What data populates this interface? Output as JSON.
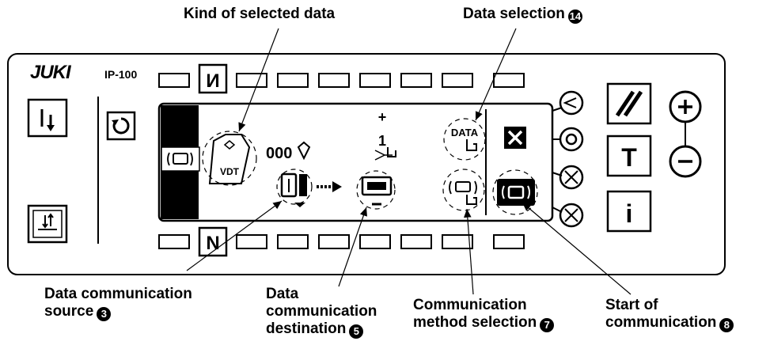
{
  "device": {
    "brand": "JUKI",
    "model": "IP-100"
  },
  "callouts": {
    "kind_of_selected_data": "Kind of selected data",
    "data_selection": "Data selection",
    "data_selection_num": "14",
    "source_line1": "Data communication",
    "source_line2": "source",
    "source_num": "3",
    "destination_line1": "Data",
    "destination_line2": "communication",
    "destination_line3": "destination",
    "destination_num": "5",
    "method_line1": "Communication",
    "method_line2": "method selection",
    "method_num": "7",
    "start_line1": "Start of",
    "start_line2": "communication",
    "start_num": "8"
  },
  "screen": {
    "data_type_label": "VDT",
    "file_number": "000",
    "count_value": "1",
    "plus_sign": "+",
    "minus_sign": "−",
    "data_button_label": "DATA"
  },
  "keys": {
    "ready_key": "I↓",
    "reset_key": "//",
    "t_key": "T",
    "info_key": "i",
    "upper_key": "И",
    "lower_key": "N"
  }
}
